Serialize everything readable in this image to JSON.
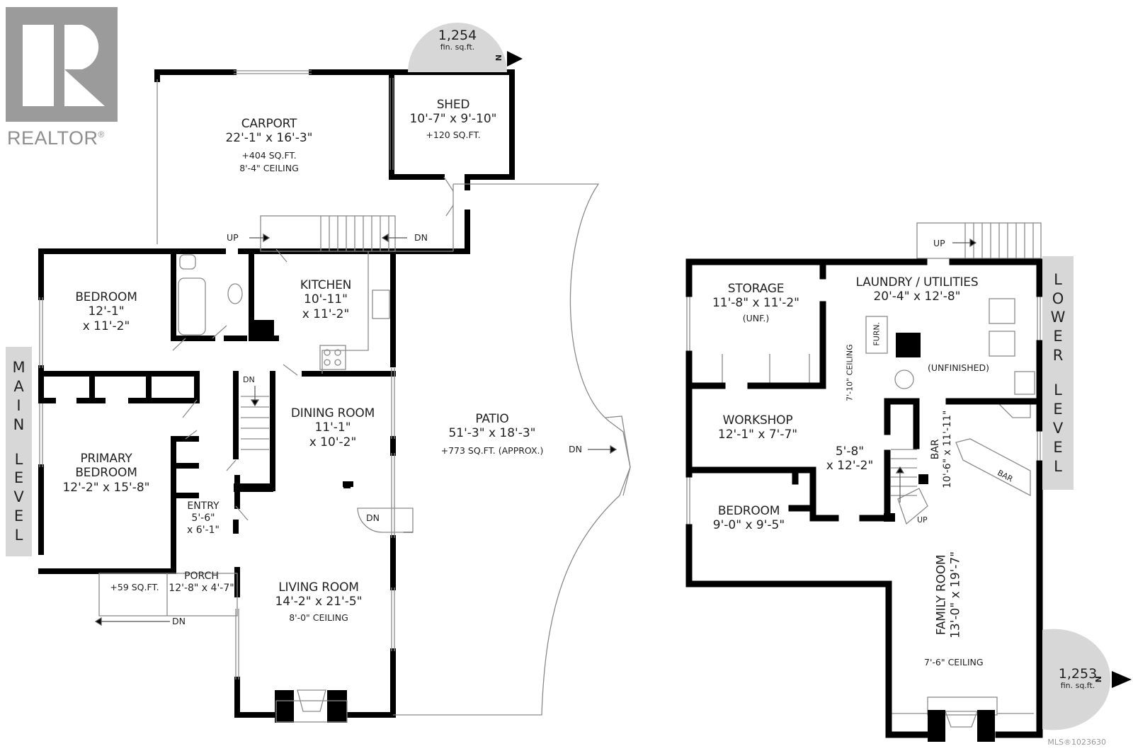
{
  "branding": {
    "logo_letter": "R",
    "logo_word": "REALTOR",
    "registered_mark": "®",
    "mls_number": "MLS®1023630"
  },
  "colors": {
    "wall": "#000000",
    "badge_fill": "#d7d7d7",
    "logo_gray": "#9b9b9b",
    "fixture_line": "#8a8a8a"
  },
  "main_level": {
    "label": "MAIN LEVEL",
    "label_letters": [
      "M",
      "A",
      "I",
      "N",
      "",
      "L",
      "E",
      "V",
      "E",
      "L"
    ],
    "area_badge": {
      "value": "1,254",
      "unit": "fin. sq.ft.",
      "compass": "N"
    },
    "rooms": [
      {
        "id": "carport",
        "name": "CARPORT",
        "dims": "22'-1\" x 16'-3\"",
        "notes": [
          "+404 SQ.FT.",
          "8'-4\" CEILING"
        ]
      },
      {
        "id": "shed",
        "name": "SHED",
        "dims": "10'-7\" x 9'-10\"",
        "notes": [
          "+120 SQ.FT."
        ]
      },
      {
        "id": "bedroom",
        "name": "BEDROOM",
        "dims_line1": "12'-1\"",
        "dims_line2": "x 11'-2\""
      },
      {
        "id": "kitchen",
        "name": "KITCHEN",
        "dims_line1": "10'-11\"",
        "dims_line2": "x 11'-2\""
      },
      {
        "id": "dining-room",
        "name": "DINING ROOM",
        "dims_line1": "11'-1\"",
        "dims_line2": "x 10'-2\""
      },
      {
        "id": "primary-bedroom",
        "name_line1": "PRIMARY",
        "name_line2": "BEDROOM",
        "dims": "12'-2\" x 15'-8\""
      },
      {
        "id": "entry",
        "name": "ENTRY",
        "dims_line1": "5'-6\"",
        "dims_line2": "x 6'-1\""
      },
      {
        "id": "porch",
        "name": "PORCH",
        "dims": "12'-8\" x 4'-7\"",
        "notes": [
          "+59 SQ.FT."
        ]
      },
      {
        "id": "living-room",
        "name": "LIVING ROOM",
        "dims": "14'-2\" x 21'-5\"",
        "notes": [
          "8'-0\" CEILING"
        ]
      },
      {
        "id": "patio",
        "name": "PATIO",
        "dims": "51'-3\" x 18'-3\"",
        "notes": [
          "+773 SQ.FT. (APPROX.)"
        ]
      }
    ],
    "stair_labels": {
      "up": "UP",
      "dn": "DN"
    }
  },
  "lower_level": {
    "label": "LOWER LEVEL",
    "label_letters": [
      "L",
      "O",
      "W",
      "E",
      "R",
      "",
      "L",
      "E",
      "V",
      "E",
      "L"
    ],
    "area_badge": {
      "value": "1,253",
      "unit": "fin. sq.ft.",
      "compass": "N"
    },
    "rooms": [
      {
        "id": "storage",
        "name": "STORAGE",
        "dims": "11'-8\" x 11'-2\"",
        "notes": [
          "(UNF.)"
        ]
      },
      {
        "id": "laundry",
        "name": "LAUNDRY / UTILITIES",
        "dims": "20'-4\" x 12'-8\"",
        "notes": [
          "(UNFINISHED)"
        ],
        "fixture": "FURN."
      },
      {
        "id": "hall",
        "ceiling": "7'-10\" CEILING",
        "dims_line1": "5'-8\"",
        "dims_line2": "x 12'-2\""
      },
      {
        "id": "workshop",
        "name": "WORKSHOP",
        "dims": "12'-1\" x 7'-7\""
      },
      {
        "id": "bedroom-lower",
        "name": "BEDROOM",
        "dims": "9'-0\" x 9'-5\""
      },
      {
        "id": "bar",
        "name": "BAR",
        "dims": "10'-6\" x 11'-11\"",
        "counter_label": "BAR"
      },
      {
        "id": "family-room",
        "name": "FAMILY ROOM",
        "dims": "13'-0\" x 19'-7\"",
        "notes": [
          "7'-6\" CEILING"
        ]
      }
    ],
    "stair_labels": {
      "up": "UP"
    }
  }
}
